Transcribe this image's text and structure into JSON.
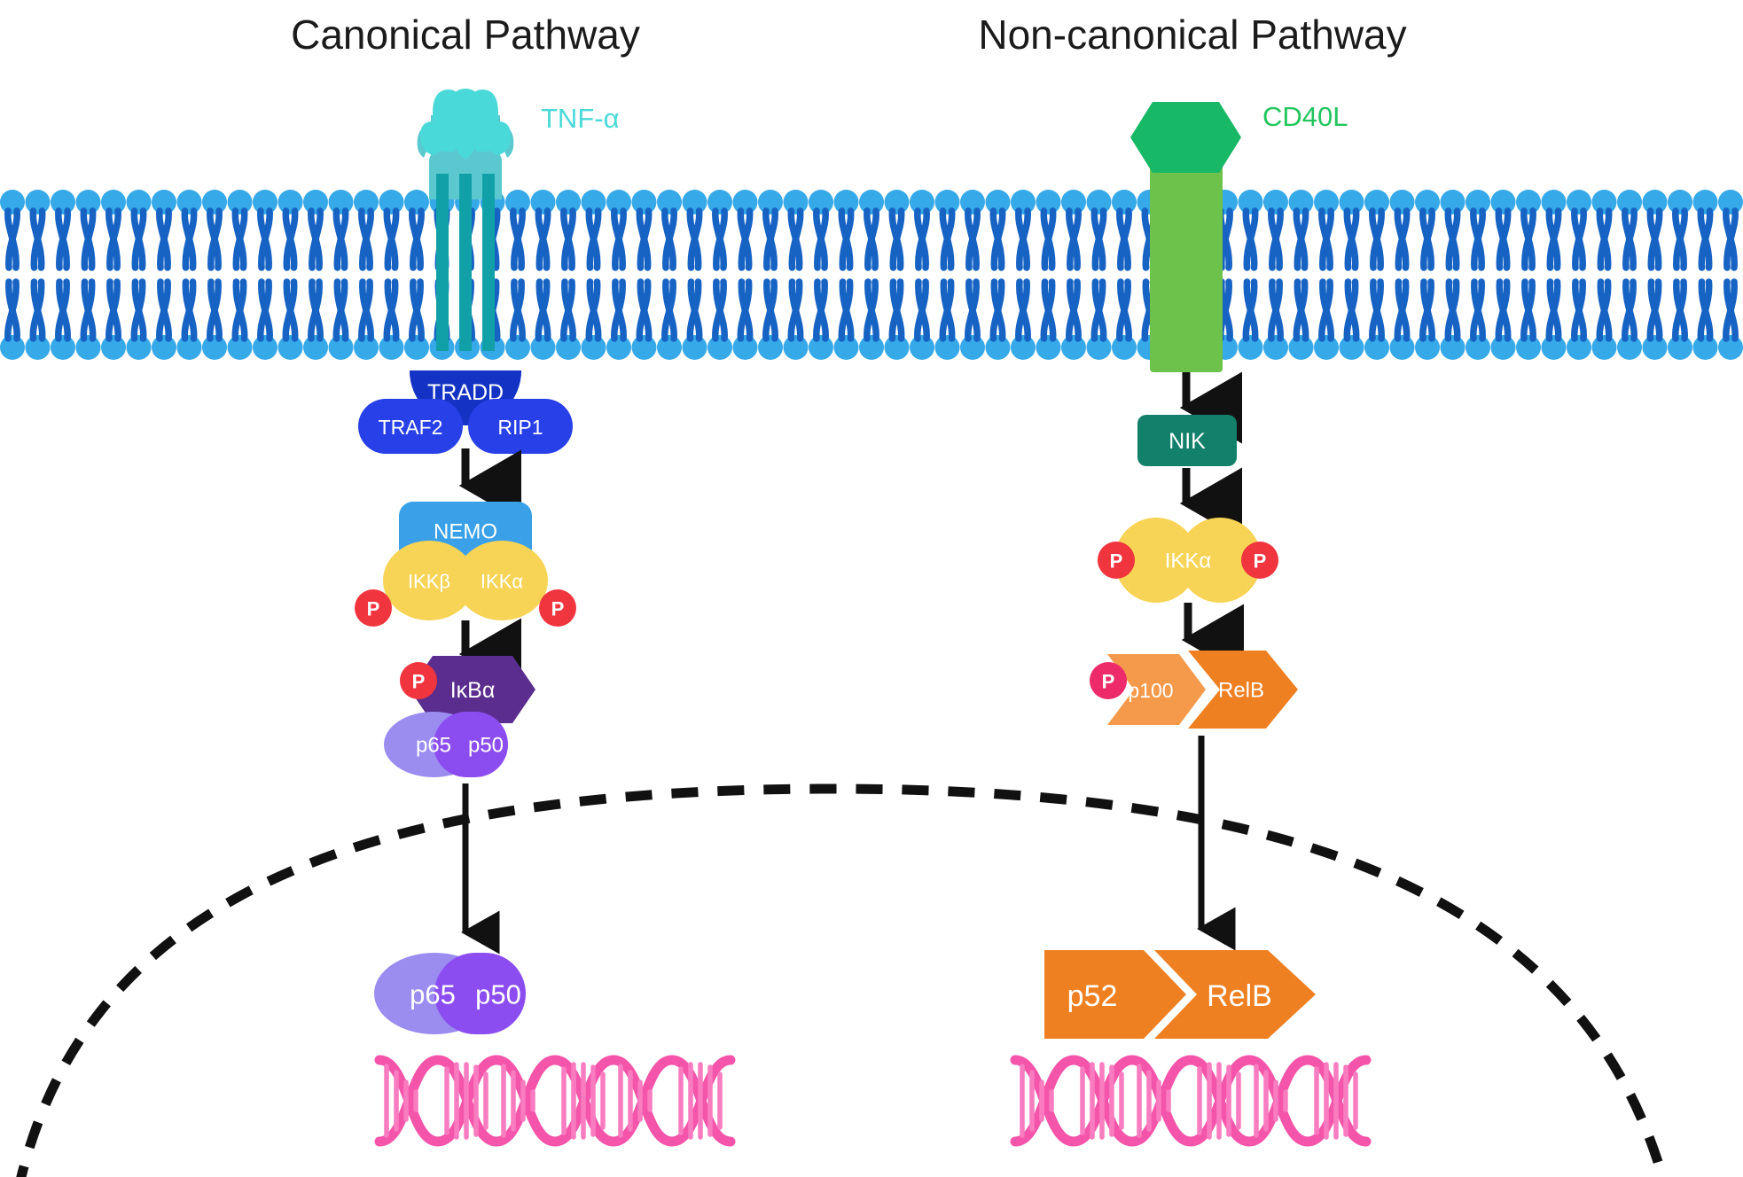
{
  "titles": {
    "canonical": "Canonical Pathway",
    "noncanonical": "Non-canonical Pathway"
  },
  "ligands": {
    "tnf": {
      "label": "TNF-α",
      "color": "#4ad9d9"
    },
    "cd40l": {
      "label": "CD40L",
      "color": "#22c55e"
    }
  },
  "canonical": {
    "tradd": "TRADD",
    "traf2": "TRAF2",
    "rip1": "RIP1",
    "nemo": "NEMO",
    "ikkb": "IKKβ",
    "ikka": "IKKα",
    "ikba": "IκBα",
    "p65": "p65",
    "p50": "p50",
    "nuc_p65": "p65",
    "nuc_p50": "p50",
    "phos_left": "P",
    "phos_right": "P",
    "phos_ikba": "P"
  },
  "noncanonical": {
    "nik": "NIK",
    "ikka": "IKKα",
    "p100": "p100",
    "relb": "RelB",
    "nuc_p52": "p52",
    "nuc_relb": "RelB",
    "phos_left": "P",
    "phos_right": "P",
    "phos_p100": "P"
  },
  "colors": {
    "membrane_head": "#36a9e8",
    "membrane_tail": "#1763c4",
    "receptor_tnf": "#5bc8cf",
    "receptor_cd40": "#6cc24a",
    "tradd": "#1433c4",
    "traf_rip": "#2840e8",
    "nemo": "#3aa0e8",
    "ikk_yellow": "#f7d455",
    "phospho_red": "#f0353f",
    "ikba_purple": "#5b2d8e",
    "p65_light": "#9b8cf0",
    "p50_purple": "#8c4df0",
    "nik_green": "#12806a",
    "orange": "#ef8022",
    "orange_light": "#f59a4a",
    "dna_pink": "#f455aa",
    "nucleus_line": "#111111",
    "arrow": "#111111",
    "title_text": "#1b1b1b"
  },
  "structures": {
    "membrane": "phospholipid-bilayer",
    "nucleus": "dashed-arc-nuclear-envelope",
    "dna_left": "dna-double-helix",
    "dna_right": "dna-double-helix"
  }
}
